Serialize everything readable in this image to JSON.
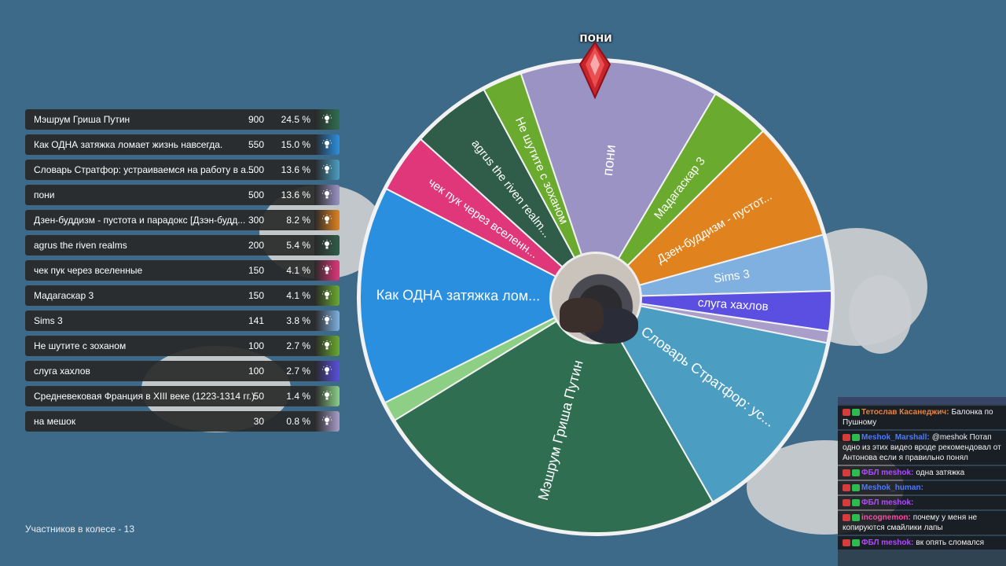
{
  "lots": [
    {
      "name": "Мэшрум Гриша Путин",
      "amount": "900",
      "percent": "24.5 %",
      "color": "#2f6e50"
    },
    {
      "name": "Как ОДНА затяжка ломает жизнь навсегда.",
      "amount": "550",
      "percent": "15.0 %",
      "color": "#2b8fe0"
    },
    {
      "name": "Словарь Стратфор: устраиваемся на работу в а...",
      "amount": "500",
      "percent": "13.6 %",
      "color": "#4b9ec2"
    },
    {
      "name": "пони",
      "amount": "500",
      "percent": "13.6 %",
      "color": "#9a93c4"
    },
    {
      "name": "Дзен-буддизм - пустота и парадокс [Дзэн-будд...",
      "amount": "300",
      "percent": "8.2 %",
      "color": "#e0831f"
    },
    {
      "name": "agrus the riven realms",
      "amount": "200",
      "percent": "5.4 %",
      "color": "#2f5d4a"
    },
    {
      "name": "чек пук через вселенные",
      "amount": "150",
      "percent": "4.1 %",
      "color": "#e0377a"
    },
    {
      "name": "Мадагаскар 3",
      "amount": "150",
      "percent": "4.1 %",
      "color": "#6aaa2e"
    },
    {
      "name": "Sims 3",
      "amount": "141",
      "percent": "3.8 %",
      "color": "#7fb0e0"
    },
    {
      "name": "Не шутите с зоханом",
      "amount": "100",
      "percent": "2.7 %",
      "color": "#6aaa2e"
    },
    {
      "name": "слуга хахлов",
      "amount": "100",
      "percent": "2.7 %",
      "color": "#5a4fe0"
    },
    {
      "name": "Средневековая Франция в XIII веке (1223-1314 гг.)",
      "amount": "50",
      "percent": "1.4 %",
      "color": "#8ccf85"
    },
    {
      "name": "на мешок",
      "amount": "30",
      "percent": "0.8 %",
      "color": "#a99dc9"
    }
  ],
  "participants_text": "Участников в колесе - 13",
  "winner": "пони",
  "wheel_labels": [
    {
      "text": "пони",
      "color": "#9a93c4"
    },
    {
      "text": "Мадагаскар 3",
      "color": "#6aaa2e"
    },
    {
      "text": "Дзен-буддизм - пустот...",
      "color": "#e0831f"
    },
    {
      "text": "Sims 3",
      "color": "#7fb0e0"
    },
    {
      "text": "слуга хахлов",
      "color": "#5a4fe0"
    },
    {
      "text": "",
      "color": "#a99dc9"
    },
    {
      "text": "Словарь Стратфор: ус...",
      "color": "#4b9ec2"
    },
    {
      "text": "Мэшрум Гриша Путин",
      "color": "#2f6e50"
    },
    {
      "text": "",
      "color": "#8ccf85"
    },
    {
      "text": "Как ОДНА затяжка лом...",
      "color": "#2b8fe0"
    },
    {
      "text": "чек пук через вселенн...",
      "color": "#e0377a"
    },
    {
      "text": "agrus the riven realm...",
      "color": "#2f5d4a"
    },
    {
      "text": "Не шутите с зоханом",
      "color": "#6aaa2e"
    }
  ],
  "wheel_values": [
    500,
    150,
    300,
    141,
    100,
    30,
    500,
    900,
    50,
    550,
    150,
    200,
    100
  ],
  "chat": {
    "header": "",
    "messages": [
      {
        "user": "Тетослав Касанеджич:",
        "user_color": "#e8823a",
        "text": "Балонка по Пушному"
      },
      {
        "user": "Meshok_Marshall:",
        "user_color": "#4a7cff",
        "text": "@meshok Потап одно из этих видео вроде рекомендовал от Антонова если я правильно понял"
      },
      {
        "user": "ФБЛ meshok:",
        "user_color": "#b04aff",
        "text": "одна затяжка"
      },
      {
        "user": "Meshok_human:",
        "user_color": "#4a7cff",
        "text": ""
      },
      {
        "user": "ФБЛ meshok:",
        "user_color": "#b04aff",
        "text": ""
      },
      {
        "user": "incognemon:",
        "user_color": "#ff4aa8",
        "text": "почему у меня не копируются смайлики лапы"
      },
      {
        "user": "ФБЛ meshok:",
        "user_color": "#b04aff",
        "text": "вк опять сломался"
      }
    ]
  }
}
